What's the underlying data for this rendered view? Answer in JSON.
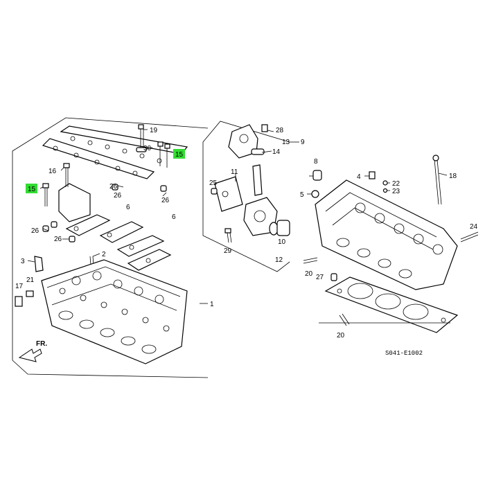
{
  "diagram": {
    "drawing_code": "S041-E1002",
    "direction_label": "FR.",
    "highlight_color": "#33dd33",
    "callouts": {
      "c1": "1",
      "c2": "2",
      "c3": "3",
      "c4": "4",
      "c5": "5",
      "c6a": "6",
      "c6b": "6",
      "c8": "8",
      "c9": "9",
      "c10": "10",
      "c11": "11",
      "c12": "12",
      "c13": "13",
      "c14": "14",
      "c15a": "15",
      "c15b": "15",
      "c16": "16",
      "c17": "17",
      "c18": "18",
      "c19": "19",
      "c20a": "20",
      "c20b": "20",
      "c21": "21",
      "c22": "22",
      "c23": "23",
      "c24": "24",
      "c25": "25",
      "c26a": "26",
      "c26b": "26",
      "c26c": "26",
      "c26d": "26",
      "c26e": "26",
      "c27": "27",
      "c28": "28",
      "c29": "29",
      "c30": "30"
    }
  }
}
